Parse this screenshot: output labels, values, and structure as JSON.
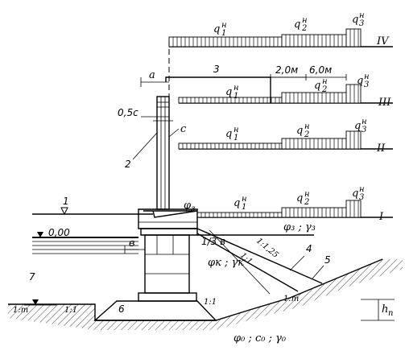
{
  "loads": {
    "IV": {
      "q1": "q",
      "q1_sup": "н",
      "q1_sub": "1",
      "q2": "q",
      "q2_sup": "н",
      "q2_sub": "2",
      "q3": "q",
      "q3_sup": "н",
      "q3_sub": "3",
      "roman": "IV"
    },
    "III": {
      "q1": "q",
      "q1_sup": "н",
      "q1_sub": "1",
      "q2": "q",
      "q2_sup": "н",
      "q2_sub": "2",
      "q3": "q",
      "q3_sup": "н",
      "q3_sub": "3",
      "roman": "III"
    },
    "II": {
      "q1": "q",
      "q1_sup": "н",
      "q1_sub": "1",
      "q2": "q",
      "q2_sup": "н",
      "q2_sub": "2",
      "q3": "q",
      "q3_sup": "н",
      "q3_sub": "3",
      "roman": "II"
    },
    "I": {
      "q1": "q",
      "q1_sup": "н",
      "q1_sub": "1",
      "q2": "q",
      "q2_sup": "н",
      "q2_sub": "2",
      "q3": "q",
      "q3_sup": "н",
      "q3_sub": "3",
      "roman": "I"
    }
  },
  "dims": {
    "a": "a",
    "three": "3",
    "two_m": "2,0м",
    "six_m": "6,0м",
    "half_c": "0,5c",
    "c": "c",
    "two": "2",
    "one": "1",
    "zero": "0,00",
    "phi3_top": "φ",
    "phi3_top_sub": "з",
    "third_b": "1/3 в",
    "b": "в",
    "seven": "7",
    "six": "6",
    "four": "4",
    "five": "5",
    "hn": "h",
    "hn_sub": "п"
  },
  "slopes": {
    "s1": "1:1,25",
    "s2": "1:1",
    "s3": "1:m",
    "s4": "1:m",
    "s5": "1:1",
    "s6": "1:1"
  },
  "soil": {
    "backfill": "φ₃ ; γ₃",
    "core": "φк ; γк",
    "base": "φ₀ ; с₀ ; γ₀"
  }
}
